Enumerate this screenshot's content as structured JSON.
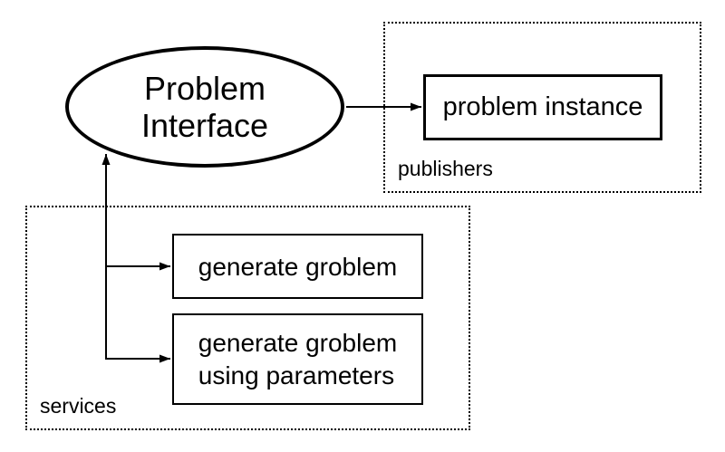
{
  "diagram": {
    "nodes": {
      "problem_interface": "Problem\nInterface",
      "problem_instance": "problem instance",
      "generate_problem": "generate groblem",
      "generate_problem_params": "generate groblem\nusing parameters"
    },
    "groups": {
      "publishers": "publishers",
      "services": "services"
    },
    "colors": {
      "stroke": "#000000",
      "background": "#ffffff"
    }
  }
}
